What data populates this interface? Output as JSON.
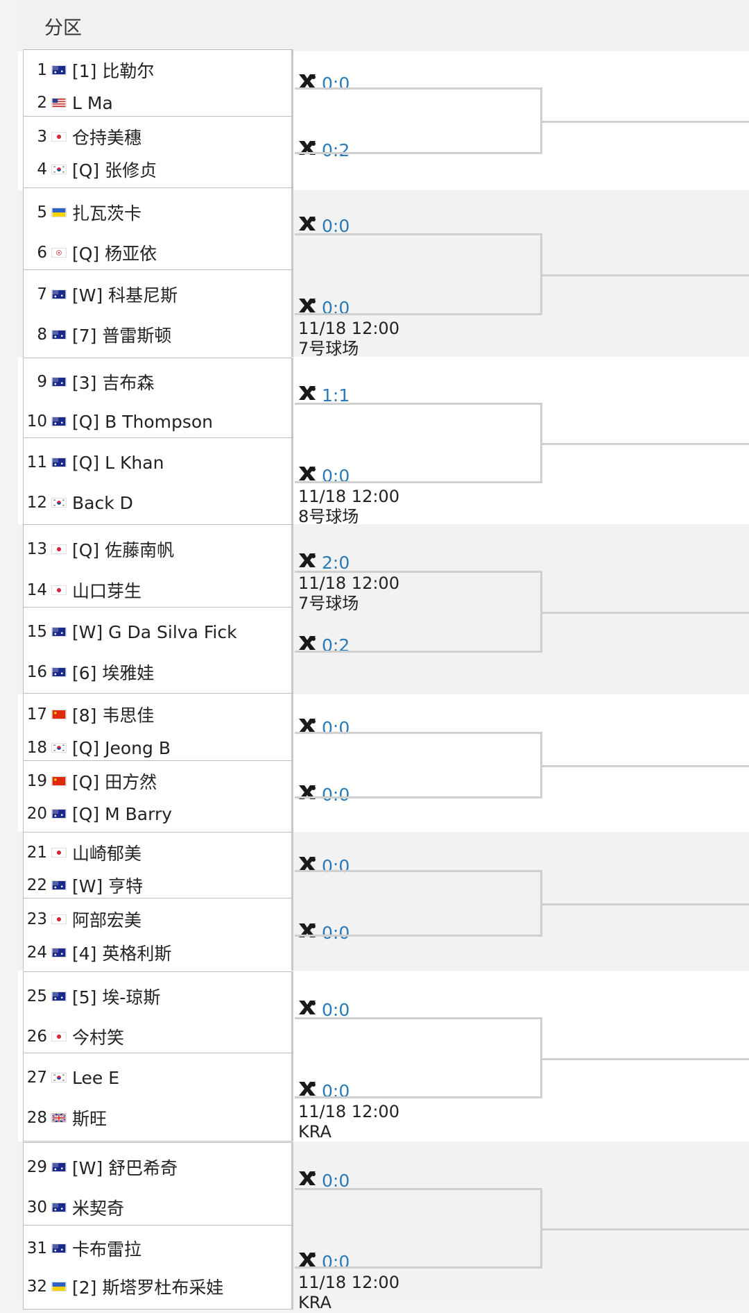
{
  "header": {
    "title": "分区"
  },
  "colors": {
    "score": "#2a7ab8",
    "line": "#cfcfcf"
  },
  "players": [
    {
      "num": "1",
      "flag": "au",
      "name": "[1] 比勒尔"
    },
    {
      "num": "2",
      "flag": "us",
      "name": "L Ma"
    },
    {
      "num": "3",
      "flag": "jp",
      "name": "仓持美穗"
    },
    {
      "num": "4",
      "flag": "kr",
      "name": "[Q] 张修贞"
    },
    {
      "num": "5",
      "flag": "ua",
      "name": "扎瓦茨卡"
    },
    {
      "num": "6",
      "flag": "tw",
      "name": "[Q] 杨亚依"
    },
    {
      "num": "7",
      "flag": "au",
      "name": "[W] 科基尼斯"
    },
    {
      "num": "8",
      "flag": "au",
      "name": "[7] 普雷斯顿"
    },
    {
      "num": "9",
      "flag": "au",
      "name": "[3] 吉布森"
    },
    {
      "num": "10",
      "flag": "au",
      "name": "[Q] B Thompson"
    },
    {
      "num": "11",
      "flag": "au",
      "name": "[Q] L Khan"
    },
    {
      "num": "12",
      "flag": "kr",
      "name": "Back D"
    },
    {
      "num": "13",
      "flag": "jp",
      "name": "[Q] 佐藤南帆"
    },
    {
      "num": "14",
      "flag": "jp",
      "name": "山口芽生"
    },
    {
      "num": "15",
      "flag": "au",
      "name": "[W] G Da Silva Fick"
    },
    {
      "num": "16",
      "flag": "au",
      "name": "[6] 埃雅娃"
    },
    {
      "num": "17",
      "flag": "cn",
      "name": "[8] 韦思佳"
    },
    {
      "num": "18",
      "flag": "kr",
      "name": "[Q] Jeong B"
    },
    {
      "num": "19",
      "flag": "cn",
      "name": "[Q] 田方然"
    },
    {
      "num": "20",
      "flag": "au",
      "name": "[Q] M Barry"
    },
    {
      "num": "21",
      "flag": "jp",
      "name": "山崎郁美"
    },
    {
      "num": "22",
      "flag": "au",
      "name": "[W] 亨特"
    },
    {
      "num": "23",
      "flag": "jp",
      "name": "阿部宏美"
    },
    {
      "num": "24",
      "flag": "au",
      "name": "[4] 英格利斯"
    },
    {
      "num": "25",
      "flag": "au",
      "name": "[5] 埃-琼斯"
    },
    {
      "num": "26",
      "flag": "jp",
      "name": "今村笑"
    },
    {
      "num": "27",
      "flag": "kr",
      "name": "Lee E"
    },
    {
      "num": "28",
      "flag": "gb",
      "name": "斯旺"
    },
    {
      "num": "29",
      "flag": "au",
      "name": "[W] 舒巴希奇"
    },
    {
      "num": "30",
      "flag": "au",
      "name": "米契奇"
    },
    {
      "num": "31",
      "flag": "au",
      "name": "卡布雷拉"
    },
    {
      "num": "32",
      "flag": "ua",
      "name": "[2] 斯塔罗杜布采娃"
    }
  ],
  "matches": [
    {
      "score": "0:0"
    },
    {
      "score": "0:2"
    },
    {
      "score": "0:0"
    },
    {
      "score": "0:0",
      "schedule_time": "11/18 12:00",
      "schedule_court": "7号球场"
    },
    {
      "score": "1:1"
    },
    {
      "score": "0:0",
      "schedule_time": "11/18 12:00",
      "schedule_court": "8号球场"
    },
    {
      "score": "2:0",
      "schedule_time": "11/18 12:00",
      "schedule_court": "7号球场"
    },
    {
      "score": "0:2"
    },
    {
      "score": "0:0"
    },
    {
      "score": "0:0"
    },
    {
      "score": "0:0"
    },
    {
      "score": "0:0"
    },
    {
      "score": "0:0"
    },
    {
      "score": "0:0",
      "schedule_time": "11/18 12:00",
      "schedule_court": "KRA"
    },
    {
      "score": "0:0"
    },
    {
      "score": "0:0",
      "schedule_time": "11/18 12:00",
      "schedule_court": "KRA"
    }
  ]
}
